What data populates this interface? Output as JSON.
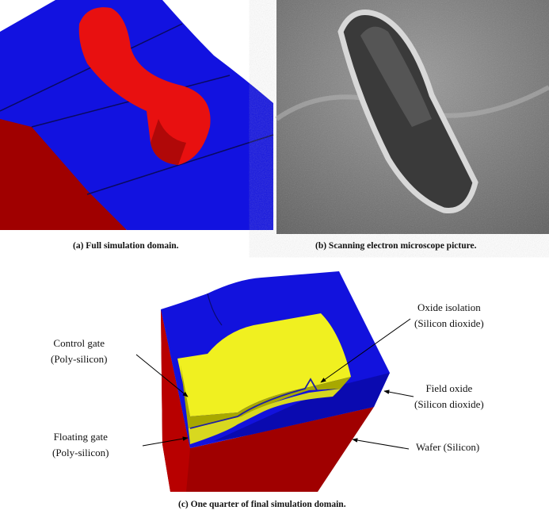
{
  "captions": {
    "a": "(a)  Full simulation domain.",
    "b": "(b)  Scanning electron microscope picture.",
    "c": "(c)  One quarter of final simulation domain."
  },
  "labels": {
    "control_gate": [
      "Control gate",
      "(Poly-silicon)"
    ],
    "floating_gate": [
      "Floating gate",
      "(Poly-silicon)"
    ],
    "oxide_isolation": [
      "Oxide isolation",
      "(Silicon dioxide)"
    ],
    "field_oxide": [
      "Field oxide",
      "(Silicon dioxide)"
    ],
    "wafer": [
      "Wafer (Silicon)"
    ]
  },
  "colors": {
    "oxide": "#1010d8",
    "silicon": "#b00000",
    "polysilicon": "#e6e619",
    "gate_red": "#e81010"
  }
}
